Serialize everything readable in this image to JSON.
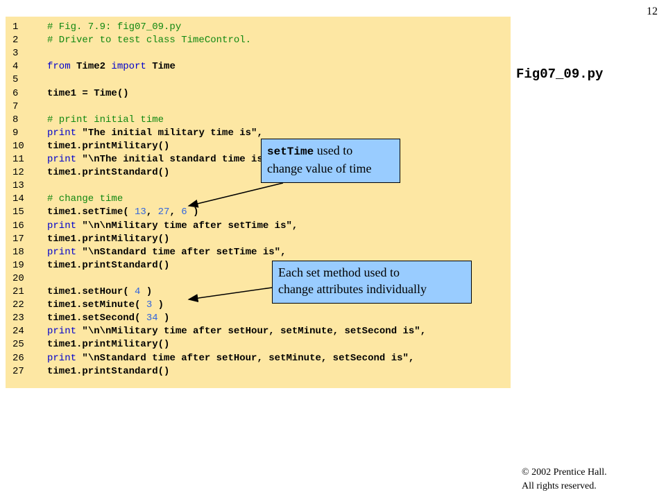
{
  "page_number": "12",
  "file_label": "Fig07_09.py",
  "code_lines": [
    {
      "num": "1",
      "tokens": [
        {
          "t": "# Fig. 7.9: fig07_09.py",
          "c": "c"
        }
      ]
    },
    {
      "num": "2",
      "tokens": [
        {
          "t": "# Driver to test class TimeControl.",
          "c": "c"
        }
      ]
    },
    {
      "num": "3",
      "tokens": []
    },
    {
      "num": "4",
      "tokens": [
        {
          "t": "from",
          "c": "k"
        },
        {
          "t": " Time2 ",
          "c": "p"
        },
        {
          "t": "import",
          "c": "k"
        },
        {
          "t": " Time",
          "c": "p"
        }
      ]
    },
    {
      "num": "5",
      "tokens": []
    },
    {
      "num": "6",
      "tokens": [
        {
          "t": "time1 = Time()",
          "c": "p"
        }
      ]
    },
    {
      "num": "7",
      "tokens": []
    },
    {
      "num": "8",
      "tokens": [
        {
          "t": "# print initial time",
          "c": "c"
        }
      ]
    },
    {
      "num": "9",
      "tokens": [
        {
          "t": "print",
          "c": "k"
        },
        {
          "t": " \"The initial military time is\",",
          "c": "s"
        }
      ]
    },
    {
      "num": "10",
      "tokens": [
        {
          "t": "time1.printMilitary()",
          "c": "p"
        }
      ]
    },
    {
      "num": "11",
      "tokens": [
        {
          "t": "print",
          "c": "k"
        },
        {
          "t": " \"\\nThe initial standard time is\",",
          "c": "s"
        }
      ]
    },
    {
      "num": "12",
      "tokens": [
        {
          "t": "time1.printStandard()",
          "c": "p"
        }
      ]
    },
    {
      "num": "13",
      "tokens": []
    },
    {
      "num": "14",
      "tokens": [
        {
          "t": "# change time",
          "c": "c"
        }
      ]
    },
    {
      "num": "15",
      "tokens": [
        {
          "t": "time1.setTime( ",
          "c": "p"
        },
        {
          "t": "13",
          "c": "n"
        },
        {
          "t": ", ",
          "c": "p"
        },
        {
          "t": "27",
          "c": "n"
        },
        {
          "t": ", ",
          "c": "p"
        },
        {
          "t": "6",
          "c": "n"
        },
        {
          "t": " )",
          "c": "p"
        }
      ]
    },
    {
      "num": "16",
      "tokens": [
        {
          "t": "print",
          "c": "k"
        },
        {
          "t": " \"\\n\\nMilitary time after setTime is\",",
          "c": "s"
        }
      ]
    },
    {
      "num": "17",
      "tokens": [
        {
          "t": "time1.printMilitary()",
          "c": "p"
        }
      ]
    },
    {
      "num": "18",
      "tokens": [
        {
          "t": "print",
          "c": "k"
        },
        {
          "t": " \"\\nStandard time after setTime is\",",
          "c": "s"
        }
      ]
    },
    {
      "num": "19",
      "tokens": [
        {
          "t": "time1.printStandard()",
          "c": "p"
        }
      ]
    },
    {
      "num": "20",
      "tokens": []
    },
    {
      "num": "21",
      "tokens": [
        {
          "t": "time1.setHour( ",
          "c": "p"
        },
        {
          "t": "4",
          "c": "n"
        },
        {
          "t": " )",
          "c": "p"
        }
      ]
    },
    {
      "num": "22",
      "tokens": [
        {
          "t": "time1.setMinute( ",
          "c": "p"
        },
        {
          "t": "3",
          "c": "n"
        },
        {
          "t": " )",
          "c": "p"
        }
      ]
    },
    {
      "num": "23",
      "tokens": [
        {
          "t": "time1.setSecond( ",
          "c": "p"
        },
        {
          "t": "34",
          "c": "n"
        },
        {
          "t": " )",
          "c": "p"
        }
      ]
    },
    {
      "num": "24",
      "tokens": [
        {
          "t": "print",
          "c": "k"
        },
        {
          "t": " \"\\n\\nMilitary time after setHour, setMinute, setSecond is\",",
          "c": "s"
        }
      ]
    },
    {
      "num": "25",
      "tokens": [
        {
          "t": "time1.printMilitary()",
          "c": "p"
        }
      ]
    },
    {
      "num": "26",
      "tokens": [
        {
          "t": "print",
          "c": "k"
        },
        {
          "t": " \"\\nStandard time after setHour, setMinute, setSecond is\",",
          "c": "s"
        }
      ]
    },
    {
      "num": "27",
      "tokens": [
        {
          "t": "time1.printStandard()",
          "c": "p"
        }
      ]
    }
  ],
  "callouts": {
    "settime": {
      "code": "setTime",
      "text1": " used to",
      "text2": "change value of time"
    },
    "setmethods": {
      "text1": "Each set method used to",
      "text2": "change attributes individually"
    }
  },
  "copyright": {
    "line1": "© 2002 Prentice Hall.",
    "line2": "All rights reserved."
  },
  "colors": {
    "code_bg": "#fde7a3",
    "callout_bg": "#99ccff",
    "comment": "#118811",
    "keyword": "#0000cc",
    "number": "#3366dd"
  }
}
